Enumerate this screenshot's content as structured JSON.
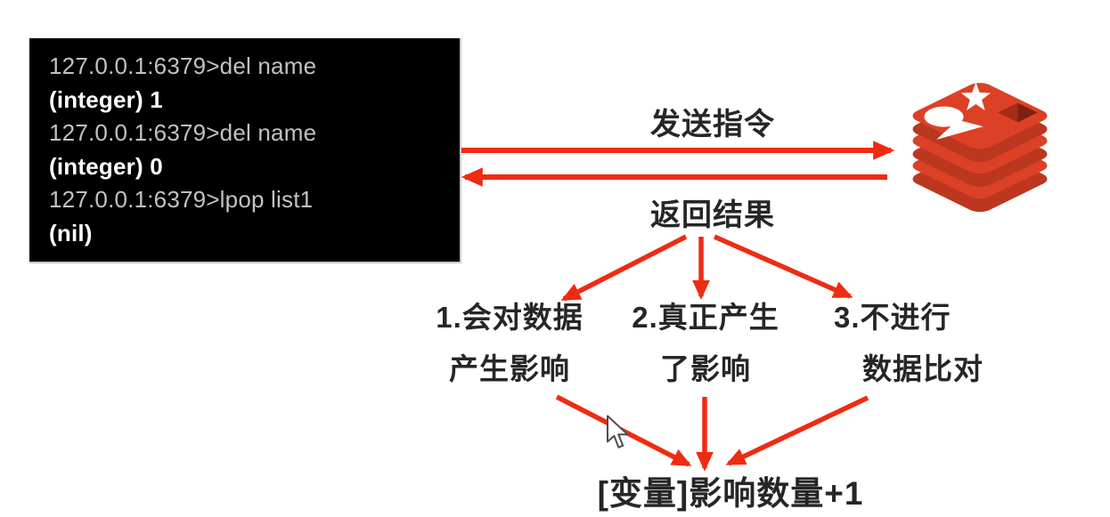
{
  "terminal": {
    "lines": [
      {
        "text": "127.0.0.1:6379>del name",
        "type": "prompt"
      },
      {
        "text": "(integer) 1",
        "type": "result"
      },
      {
        "text": "127.0.0.1:6379>del name",
        "type": "prompt"
      },
      {
        "text": "(integer) 0",
        "type": "result"
      },
      {
        "text": "127.0.0.1:6379>lpop list1",
        "type": "prompt"
      },
      {
        "text": "(nil)",
        "type": "result"
      }
    ]
  },
  "flow": {
    "send_label": "发送指令",
    "return_label": "返回结果",
    "branches": [
      {
        "line1": "1.会对数据",
        "line2": "产生影响"
      },
      {
        "line1": "2.真正产生",
        "line2": "了影响"
      },
      {
        "line1": "3.不进行",
        "line2": "数据比对"
      }
    ],
    "result_label": "[变量]影响数量+1"
  },
  "icons": {
    "redis_logo": "redis-database-stack",
    "cursor": "mouse-pointer-arrow"
  },
  "colors": {
    "page_bg": "#ffffff",
    "arrow": "#ef2b13",
    "label_text": "#262626",
    "terminal_bg": "#000000",
    "terminal_border": "#c9c9c9",
    "terminal_prompt": "#c2c2c2",
    "terminal_result": "#ffffff",
    "logo_light": "#dc4126",
    "logo_dark": "#bc3720",
    "logo_hole_left": "#a62c15",
    "logo_hole_right": "#7e2010",
    "logo_shape": "#ffffff"
  }
}
